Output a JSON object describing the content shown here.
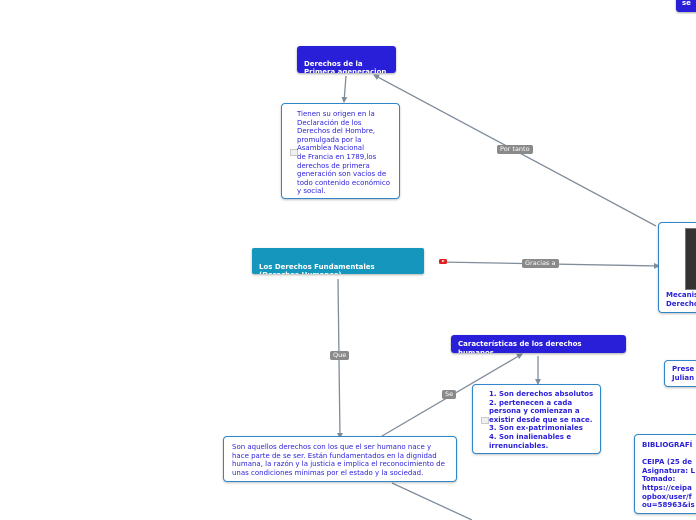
{
  "nodes": {
    "top_right_partial": "se",
    "primera_generacion": "Derechos de la\nPrimera ageneracion",
    "origen_text": "Tienen su origen en la\nDeclaración de los\nDerechos del Hombre,\npromulgada por la\nAsamblea Nacional\nde Francia en 1789,los\nderechos de primera\ngeneración son vacíos de\ntodo contenido económico\ny social.",
    "derechos_fundamentales": "Los Derechos Fundamentales\n(Derechos Humanos)",
    "caracteristicas": "Características de los derechos humanos",
    "caracteristicas_list": "1. Son derechos absolutos\n2. pertenecen a cada\npersona y comienzan a\nexistir desde que se nace.\n3. Son ex-patrimoniales\n4. Son inalienables e\nirrenunciables.",
    "definicion": "Son aquellos derechos con los que el ser humano nace y\nhace parte de se ser. Están fundamentados en la dignidad\nhumana, la razón y la justicia e implica el reconocimiento de\nunas condiciones mínimas por el estado y la sociedad.",
    "mecanismos_partial": "Mecanis\nDerecho",
    "presentado_partial": "Prese\nJulian",
    "bibliografia_partial": "BIBLIOGRAFÍ\n\nCEIPA (25 de\nAsignatura: L\nTomado:\nhttps://ceipa\nopbox/user/f\nou=58963&is"
  },
  "links": {
    "por_tanto": "Por tanto",
    "gracias_a": "Gracias a",
    "que": "Que",
    "se": "Se"
  },
  "icons": {
    "attachment": "attachment-icon",
    "youtube": "video-play-icon"
  },
  "colors": {
    "dark_blue": "#2a1fd9",
    "teal": "#1597bd",
    "border_blue": "#2f86c9",
    "connector": "#7f8c99",
    "label_bg": "#8a8a8a"
  }
}
